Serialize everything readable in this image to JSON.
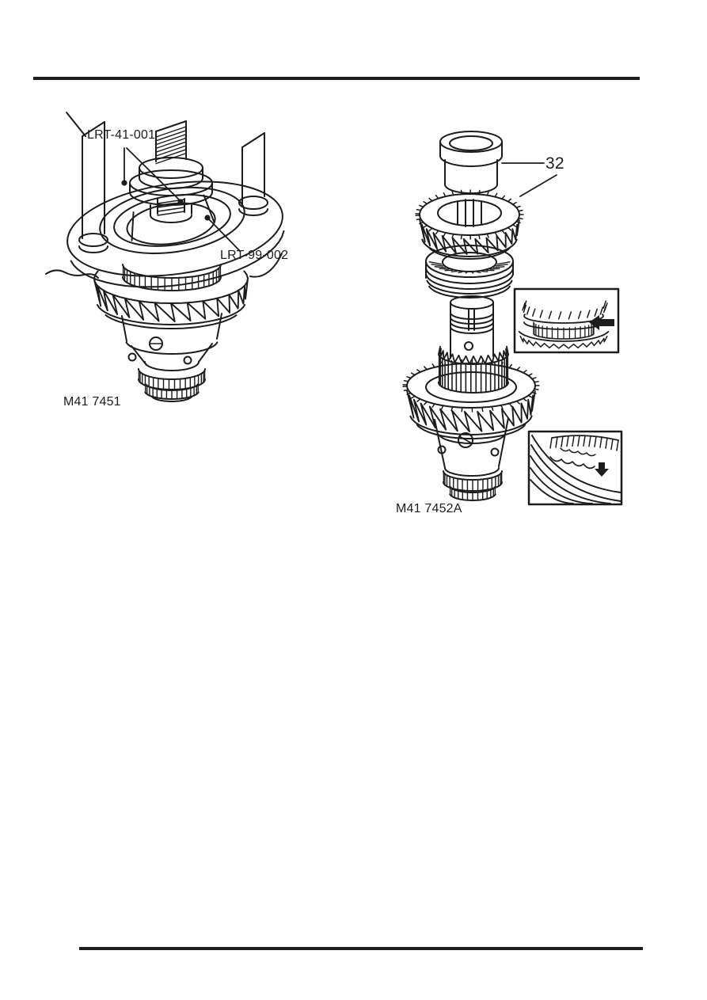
{
  "page": {
    "background": "#ffffff",
    "ink": "#1c1c1c"
  },
  "figure_left": {
    "caption": "M41 7451",
    "label_top_tool": "LRT-41-001",
    "label_plate_tool": "LRT-99-002"
  },
  "figure_right": {
    "caption": "M41 7452A",
    "callout": "32"
  }
}
